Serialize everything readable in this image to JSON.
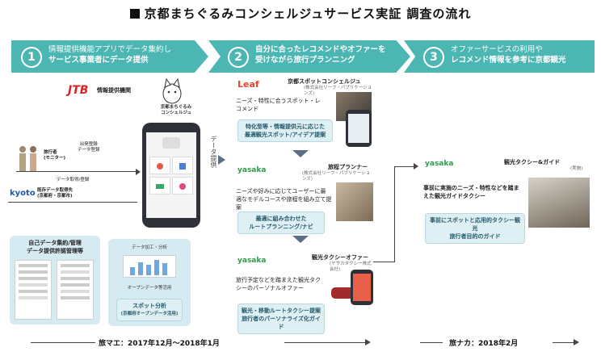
{
  "title": "京都まちぐるみコンシェルジュサービス実証 調査の流れ",
  "steps": [
    {
      "num": "1",
      "line1": "情報提供機能アプリでデータ集約し",
      "line2": "サービス事業者にデータ提供"
    },
    {
      "num": "2",
      "line1": "自分に合ったレコメンドやオファーを",
      "line2": "受けながら旅行プランニング"
    },
    {
      "num": "3",
      "line1": "オファーサービスの利用や",
      "line2": "レコメンド情報を参考に京都観光"
    }
  ],
  "left": {
    "jtb_logo": "JTB",
    "jtb_label": "情報提供機関",
    "app_name_1": "京都まちぐるみ",
    "app_name_2": "コンシェルジュ",
    "travelers_1": "旅行者",
    "travelers_2": "(モニター)",
    "collect_1": "出発登録",
    "collect_2": "データ登録",
    "data_provider": "データ取得/登録",
    "kyoto_logo": "kyoto",
    "open_data_1": "既存データ取得先",
    "open_data_2": "(京都府・京都市)",
    "vertical": "データ提供",
    "self_data_1": "自己データ集約/管理",
    "self_data_2": "データ提供許諾管理等",
    "proc_1": "データ加工・分析",
    "proc_2": "オープンデータ等活用",
    "proc_3": "スポット分析",
    "proc_4": "(京都府オープンデータ活用)"
  },
  "col2": {
    "leaf_logo": "Leaf",
    "leaf_title": "京都スポットコンシェルジュ",
    "leaf_sub": "(株式会社リーフ・パブリケーションズ)",
    "leaf_desc_1": "ニーズ・特性に合うスポット・レ",
    "leaf_desc_2": "コメンド",
    "leaf_box_1": "特化型等・情報提供元に応じた",
    "leaf_box_2": "最適観光スポット/アイデア提案",
    "plan_logo": "yasaka",
    "plan_title": "旅程プランナー",
    "plan_sub": "(株式会社リーフ・パブリケーションズ)",
    "plan_desc_1": "ニーズや好みに応じてユーザーに最",
    "plan_desc_2": "適なモデルコースや旅程を組み立て提案",
    "plan_box_1": "最適に組み合わせた",
    "plan_box_2": "ルートプランニング/ナビ",
    "taxi_logo": "yasaka",
    "taxi_title": "観光タクシーオファー",
    "taxi_sub": "(ヤサカタクシー株式会社)",
    "taxi_desc_1": "旅行予定などを踏まえた観光タク",
    "taxi_desc_2": "シーのパーソナルオファー",
    "taxi_box_1": "観光・移動ルートタクシー提案",
    "taxi_box_2": "旅行者のパーソナライズ化ガイド"
  },
  "col3": {
    "logo": "yasaka",
    "title": "観光タクシー&ガイド",
    "sub": "(実施)",
    "desc_1": "事前に実施のニーズ・特性などを踏ま",
    "desc_2": "えた観光ガイドタクシー",
    "box_1": "事前にスポットと応用的タクシー観光",
    "box_2": "旅行者目的のガイド"
  },
  "timeline": {
    "left": "旅マエ：2017年12月〜2018年1月",
    "right": "旅ナカ：2018年2月"
  },
  "colors": {
    "teal": "#4cb6b3",
    "panel": "#d6eaf2",
    "jtb_red": "#d7262a",
    "leaf_red": "#e8452c",
    "yasaka_green": "#2f9b4a"
  }
}
